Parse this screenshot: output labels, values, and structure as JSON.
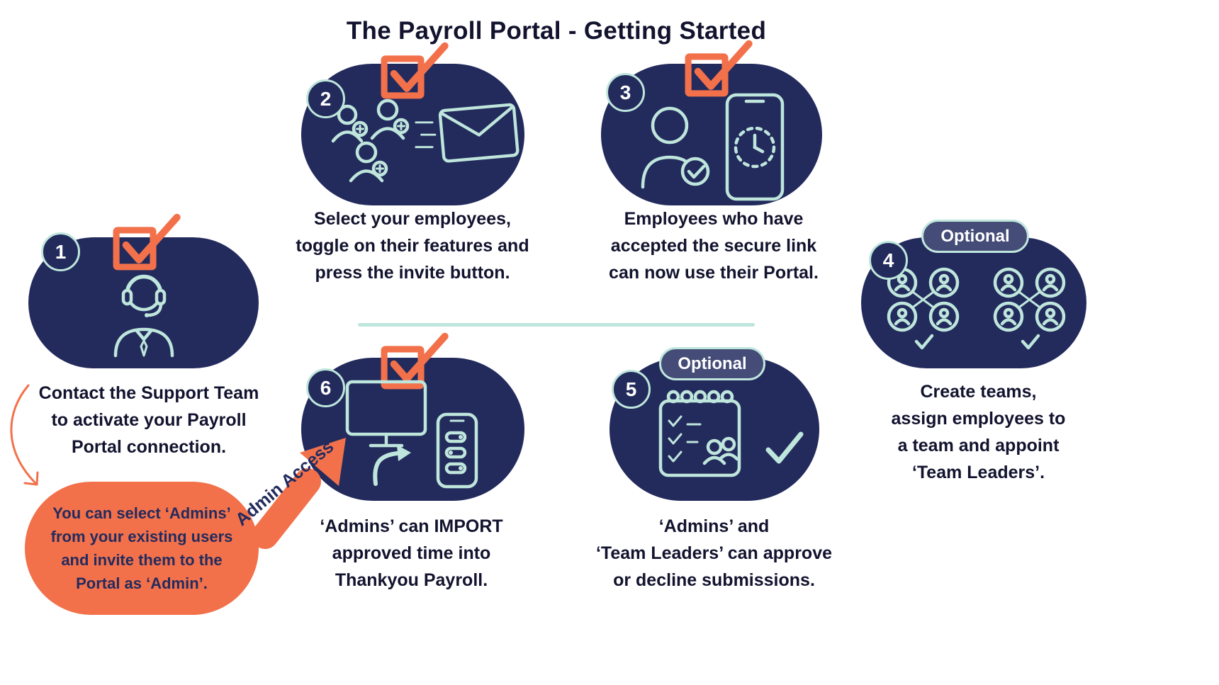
{
  "title": "The Payroll Portal - Getting Started",
  "optional_label": "Optional",
  "admin_access_label": "Admin Access",
  "admin_note": "You can select ‘Admins’\nfrom your existing users\nand invite them to the\nPortal as ‘Admin’.",
  "steps": {
    "s1": {
      "number": "1",
      "caption": "Contact the Support Team\nto activate your Payroll\nPortal connection."
    },
    "s2": {
      "number": "2",
      "caption": "Select your employees,\ntoggle on their features and\npress the invite button."
    },
    "s3": {
      "number": "3",
      "caption": "Employees who have\naccepted the secure link\ncan now use their Portal."
    },
    "s4": {
      "number": "4",
      "caption": "Create teams,\nassign employees to\na team and appoint\n‘Team Leaders’."
    },
    "s5": {
      "number": "5",
      "caption": "‘Admins’ and\n‘Team Leaders’ can approve\nor decline submissions."
    },
    "s6": {
      "number": "6",
      "caption": "‘Admins’ can IMPORT\napproved time into\nThankyou Payroll."
    }
  },
  "colors": {
    "navy": "#232b5d",
    "teal": "#bfe6dc",
    "orange": "#f2714b",
    "ink": "#12132e",
    "optnavy": "#454c77"
  }
}
